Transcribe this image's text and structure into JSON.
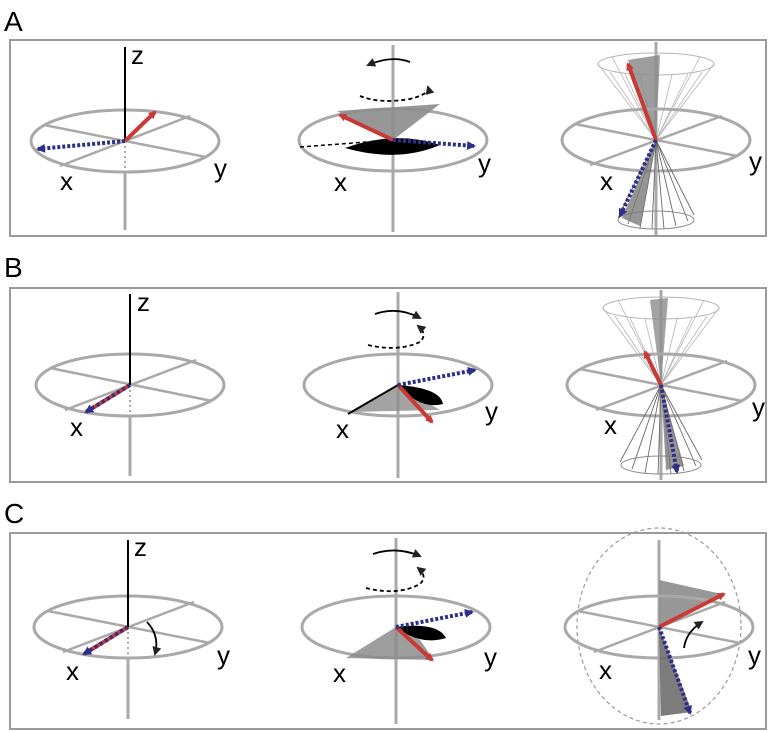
{
  "panels": [
    {
      "label": "A",
      "axes": {
        "x": "x",
        "y": "y",
        "z": "z"
      }
    },
    {
      "label": "B",
      "axes": {
        "x": "x",
        "y": "y",
        "z": "z"
      }
    },
    {
      "label": "C",
      "axes": {
        "x": "x",
        "y": "y",
        "z": "z"
      }
    }
  ],
  "colors": {
    "frame": "#9a9a9a",
    "disc": "#a9a9a9",
    "red_vector": "#c83a35",
    "blue_vector": "#2e2f86",
    "shade": "#8c8c8c",
    "black": "#000000"
  }
}
